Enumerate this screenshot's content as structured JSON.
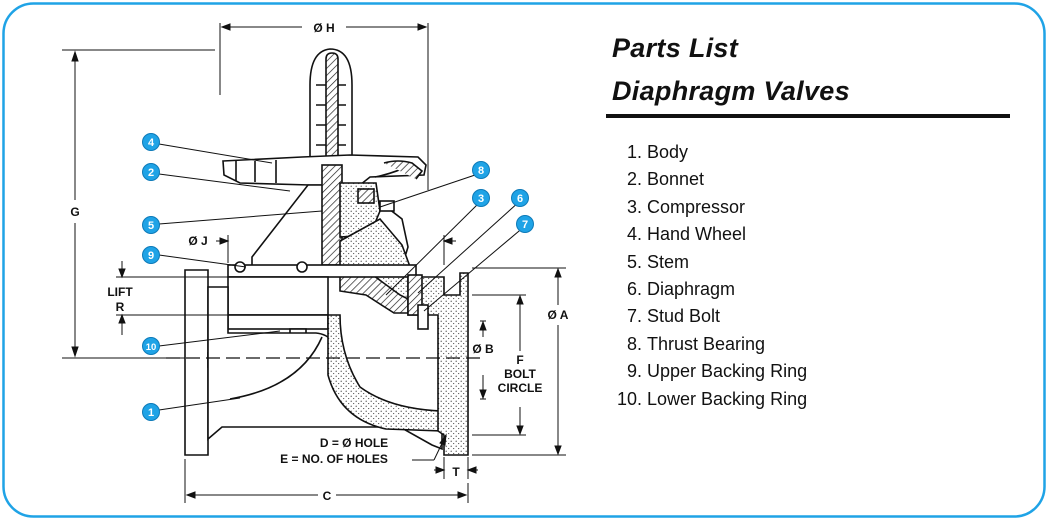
{
  "title_line1": "Parts List",
  "title_line2": "Diaphragm Valves",
  "parts": [
    {
      "num": "1.",
      "name": "Body"
    },
    {
      "num": "2.",
      "name": "Bonnet"
    },
    {
      "num": "3.",
      "name": "Compressor"
    },
    {
      "num": "4.",
      "name": "Hand Wheel"
    },
    {
      "num": "5.",
      "name": "Stem"
    },
    {
      "num": "6.",
      "name": "Diaphragm"
    },
    {
      "num": "7.",
      "name": "Stud Bolt"
    },
    {
      "num": "8.",
      "name": "Thrust Bearing"
    },
    {
      "num": "9.",
      "name": "Upper Backing Ring"
    },
    {
      "num": "10.",
      "name": "Lower Backing Ring"
    }
  ],
  "dimensions": {
    "h": "Ø H",
    "g": "G",
    "j": "Ø J",
    "lift": "LIFT",
    "r": "R",
    "a": "Ø A",
    "b": "Ø B",
    "f": "F",
    "bolt": "BOLT",
    "circle": "CIRCLE",
    "hole_d": "D = Ø HOLE",
    "holes_e": "E = NO. OF HOLES",
    "t": "T",
    "c": "C"
  },
  "callouts": [
    "1",
    "2",
    "3",
    "4",
    "5",
    "6",
    "7",
    "8",
    "9",
    "10"
  ],
  "colors": {
    "frame": "#1fa3e6",
    "badge": "#1fa3e6",
    "ink": "#111111"
  }
}
